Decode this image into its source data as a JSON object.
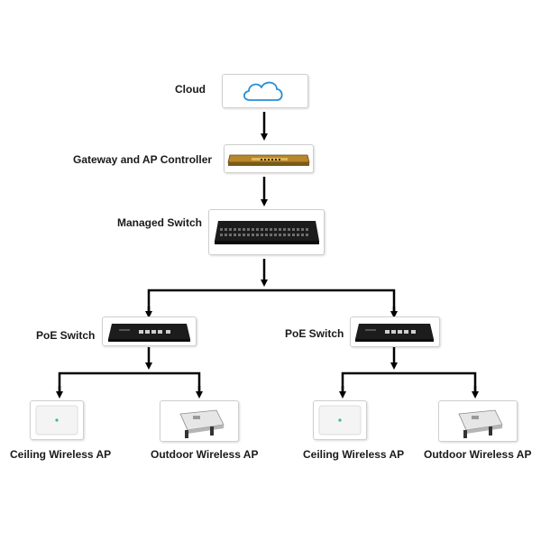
{
  "nodes": {
    "cloud": "Cloud",
    "gateway": "Gateway and AP Controller",
    "managed_switch": "Managed Switch",
    "poe_switch_left": "PoE Switch",
    "poe_switch_right": "PoE Switch",
    "ap1": "Ceiling Wireless AP",
    "ap2": "Outdoor Wireless AP",
    "ap3": "Ceiling Wireless AP",
    "ap4": "Outdoor Wireless AP"
  },
  "colors": {
    "line": "#000000",
    "gateway_body": "#b8862b",
    "switch_body": "#1c1c1c",
    "cloud_stroke": "#2a8fd6"
  }
}
